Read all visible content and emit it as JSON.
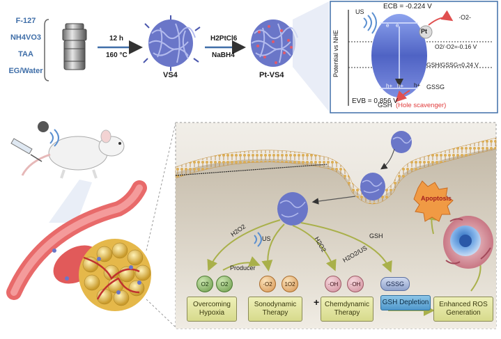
{
  "synthesis": {
    "reagents": [
      "F-127",
      "NH4VO3",
      "TAA",
      "EG/Water"
    ],
    "step1_time": "12 h",
    "step1_temp": "160 °C",
    "product1": "VS4",
    "step2_reagent1": "H2PtCl6",
    "step2_reagent2": "NaBH4",
    "product2": "Pt-VS4"
  },
  "band_diagram": {
    "y_axis": "Potential vs NHE",
    "ecb": "ECB = -0.224 V",
    "evb": "EVB = 0.856 V",
    "o2_radical": "·O2-",
    "pt_label": "Pt",
    "o2_couple": "O2/·O2=-0.16 V",
    "gsh_couple": "GSH/GSSG=0.24 V",
    "gssg": "GSSG",
    "gsh": "GSH",
    "hole_scavenger": "(Hole scavenger)",
    "us_label": "US",
    "electron": "e",
    "hole": "h+"
  },
  "mechanism": {
    "apoptosis": "Apoptosis",
    "h2o2_1": "H2O2",
    "us_2": "US",
    "h2o2_3": "H2O2",
    "gsh_4": "GSH",
    "h2o2_us": "H2O2/US",
    "producer": "Producer",
    "plus": "+",
    "mol_o2_a": "O2",
    "mol_o2_b": "O2",
    "mol_ro_a": "·O2",
    "mol_ro_b": "1O2",
    "mol_oh_a": "·OH",
    "mol_oh_b": "·OH",
    "mol_gssg": "GSSG",
    "box_hypoxia": "Overcoming Hypoxia",
    "box_sdt": "Sonodynamic Therapy",
    "box_cdt": "Chemdynamic Therapy",
    "box_gsh": "GSH Depletion",
    "box_ros": "Enhanced ROS Generation"
  },
  "colors": {
    "accent_blue": "#3f6ea8",
    "hole_scavenger_red": "#e03a3a",
    "band_blue": "#5c6fc8",
    "membrane_orange": "#d9a54d",
    "box_yellow": "#e2e5a3",
    "vessel_red": "#d9534f"
  }
}
